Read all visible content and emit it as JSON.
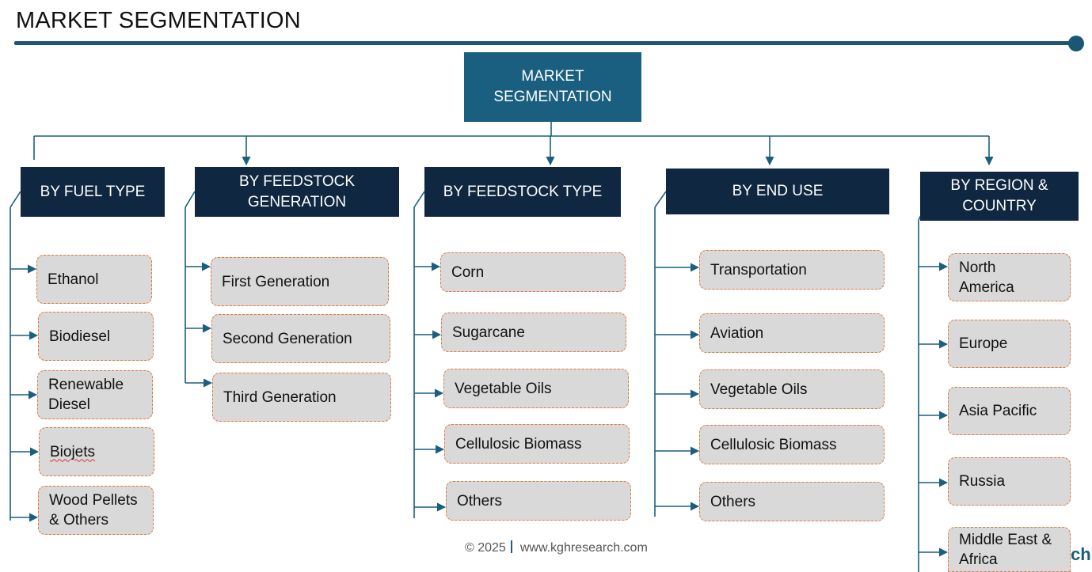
{
  "header": {
    "title": "MARKET SEGMENTATION"
  },
  "root": {
    "label": "MARKET SEGMENTATION"
  },
  "categories": [
    {
      "label": "BY FUEL TYPE",
      "items": [
        "Ethanol",
        "Biodiesel",
        "Renewable Diesel",
        "Biojets",
        "Wood Pellets & Others"
      ]
    },
    {
      "label": "BY FEEDSTOCK GENERATION",
      "items": [
        "First Generation",
        "Second Generation",
        "Third Generation"
      ]
    },
    {
      "label": "BY FEEDSTOCK TYPE",
      "items": [
        "Corn",
        "Sugarcane",
        "Vegetable Oils",
        "Cellulosic Biomass",
        "Others"
      ]
    },
    {
      "label": "BY END USE",
      "items": [
        "Transportation",
        "Aviation",
        "Vegetable Oils",
        "Cellulosic Biomass",
        "Others"
      ]
    },
    {
      "label": "BY REGION & COUNTRY",
      "items": [
        "North America",
        "Europe",
        "Asia Pacific",
        "Russia",
        "Middle East & Africa"
      ]
    }
  ],
  "footer": {
    "copyright": "© 2025",
    "website": "www.kghresearch.com",
    "logo_fragment": "ch"
  },
  "colors": {
    "rule": "#195775",
    "root_box": "#1a5f80",
    "category_box": "#0f2740",
    "item_fill": "#d9d9d9",
    "item_border": "#e8743b"
  }
}
